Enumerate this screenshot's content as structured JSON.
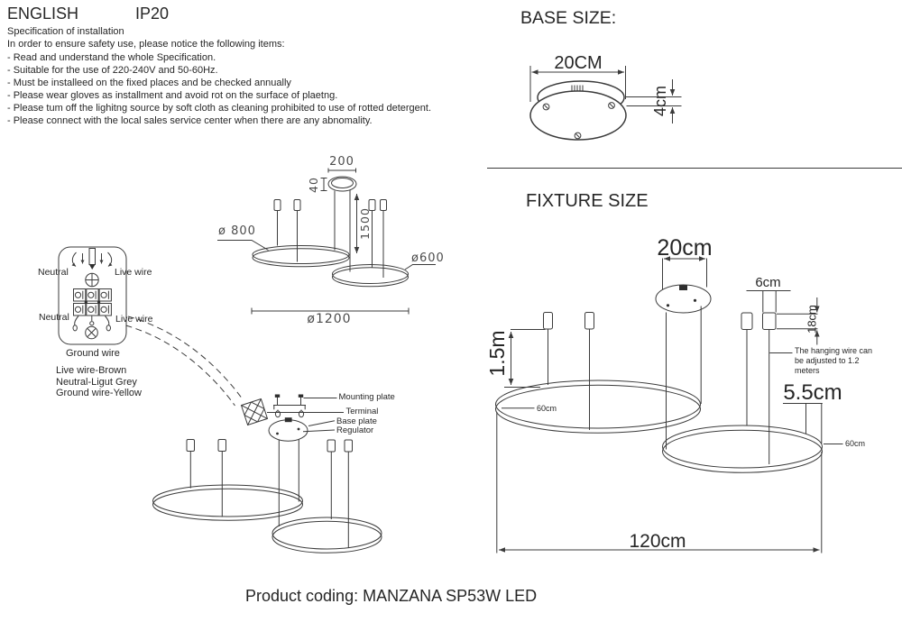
{
  "style": {
    "line_color": "#3b3b3b",
    "text_color": "#262626",
    "background": "#ffffff"
  },
  "header": {
    "language": "ENGLISH",
    "ip_rating": "IP20"
  },
  "spec": {
    "title": "Specification of installation",
    "intro": "In order to ensure safety use, please notice the following items:",
    "items": [
      "- Read and understand the whole Specification.",
      "- Suitable for the use of 220-240V and 50-60Hz.",
      "- Must be installeed on the fixed places and be checked annually",
      "- Please wear gloves as installment and avoid rot on the surface of plaetng.",
      "- Please tum off the lighitng source by soft cloth as cleaning prohibited to use of rotted detergent.",
      "- Please connect with the local sales service center when there are any abnomality."
    ]
  },
  "base_size": {
    "title": "BASE SIZE:",
    "diameter": "20CM",
    "height": "4cm"
  },
  "detail_dimensions": {
    "canopy_width": "200",
    "canopy_height": "40",
    "wire_length": "1500",
    "large_ring_diameter": "ø 800",
    "small_ring_diameter": "ø600",
    "overall_diameter": "ø1200"
  },
  "wiring": {
    "neutral_top": "Neutral",
    "live_top": "Live wire",
    "neutral_mid": "Neutral",
    "live_mid": "Live wire",
    "ground": "Ground wire",
    "legend": [
      "Live wire-Brown",
      "Neutral-Ligut Grey",
      "Ground wire-Yellow"
    ]
  },
  "parts": {
    "mounting_plate": "Mounting plate",
    "terminal": "Terminal",
    "base_plate": "Base plate",
    "regulator": "Regulator"
  },
  "fixture_size": {
    "title": "FIXTURE SIZE",
    "canopy_diameter": "20cm",
    "adjuster_width": "6cm",
    "adjuster_height": "18cm",
    "wire_length": "1.5m",
    "ring_tube_height": "5.5cm",
    "ring1_height_label": "60cm",
    "ring2_height_label": "60cm",
    "overall_width": "120cm",
    "wire_note": "The hanging wire can\nbe adjusted to 1.2\nmeters"
  },
  "footer": {
    "product_coding": "Product coding: MANZANA SP53W LED"
  }
}
